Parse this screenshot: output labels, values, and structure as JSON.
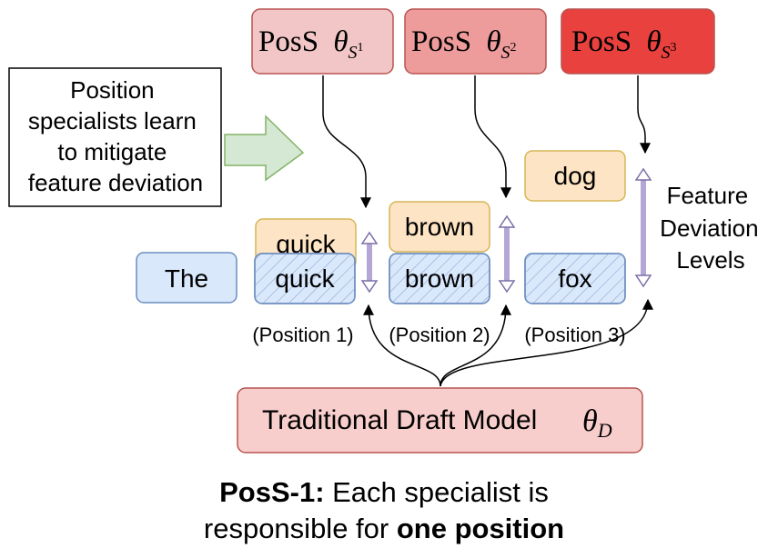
{
  "specialists": [
    {
      "label": "PosS",
      "sub": "1",
      "color": "#f2c6c6"
    },
    {
      "label": "PosS",
      "sub": "2",
      "color": "#ee9b9b"
    },
    {
      "label": "PosS",
      "sub": "3",
      "color": "#e8413e"
    }
  ],
  "callout": {
    "lines": [
      "Position",
      "specialists learn",
      "to mitigate",
      "feature deviation"
    ]
  },
  "feature_label": {
    "lines": [
      "Feature",
      "Deviation",
      "Levels"
    ]
  },
  "tokens": {
    "the": "The",
    "quick": "quick",
    "quick_ghost": "quick",
    "brown": "brown",
    "brown_draft": "brown",
    "fox": "fox",
    "dog": "dog"
  },
  "positions": [
    "(Position 1)",
    "(Position 2)",
    "(Position 3)"
  ],
  "draft_model": {
    "label": "Traditional Draft Model"
  },
  "caption": {
    "line1_bold": "PosS-1:",
    "line1_rest": " Each specialist is",
    "line2_rest": "responsible for ",
    "line2_bold": "one position"
  },
  "colors": {
    "token_blue_fill": "#dae8fc",
    "token_blue_stroke": "#6c8ebf",
    "token_orange_fill": "#fde4c4",
    "token_orange_stroke": "#d6b656",
    "draft_fill": "#f8cecc",
    "draft_stroke": "#b85450",
    "arrow_purple": "#9b8fbf",
    "arrow_green": "#82b366"
  }
}
